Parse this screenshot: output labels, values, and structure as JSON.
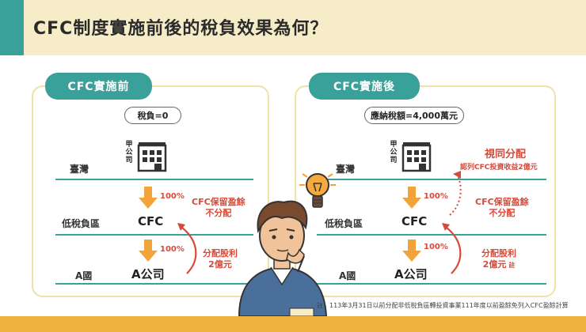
{
  "header": {
    "title": "CFC制度實施前後的稅負效果為何？"
  },
  "left_panel": {
    "tab": "CFC實施前",
    "tax_label": "稅負=0",
    "rows": {
      "taiwan": "臺灣",
      "low_tax": "低稅負區",
      "country_a": "A國"
    },
    "company_jia": "甲公司",
    "cfc": "CFC",
    "company_a": "A公司",
    "pct_top": "100%",
    "pct_bottom": "100%",
    "note_retained": [
      "CFC保留盈餘",
      "不分配"
    ],
    "note_dividend": [
      "分配股利",
      "2億元"
    ]
  },
  "right_panel": {
    "tab": "CFC實施後",
    "tax_label": "應納稅額=4,000萬元",
    "rows": {
      "taiwan": "臺灣",
      "low_tax": "低稅負區",
      "country_a": "A國"
    },
    "company_jia": "甲公司",
    "cfc": "CFC",
    "company_a": "A公司",
    "pct_top": "100%",
    "pct_bottom": "100%",
    "deemed": [
      "視同分配",
      "認列CFC投資收益2億元"
    ],
    "note_retained": [
      "CFC保留盈餘",
      "不分配"
    ],
    "note_dividend": [
      "分配股利",
      "2億元"
    ],
    "note_mark": "註"
  },
  "footnote": "註：113年3月31日以前分配非低稅負區轉投資事業111年度以前盈餘免列入CFC盈餘計算",
  "colors": {
    "teal": "#3aa19a",
    "cream": "#f6ecc8",
    "red": "#d64a3a",
    "orange": "#f2a43a",
    "footer": "#f0b33d"
  },
  "icons": [
    "building-icon",
    "down-arrow-icon",
    "curved-arrow-icon",
    "lightbulb-icon",
    "thinking-man-illustration"
  ]
}
